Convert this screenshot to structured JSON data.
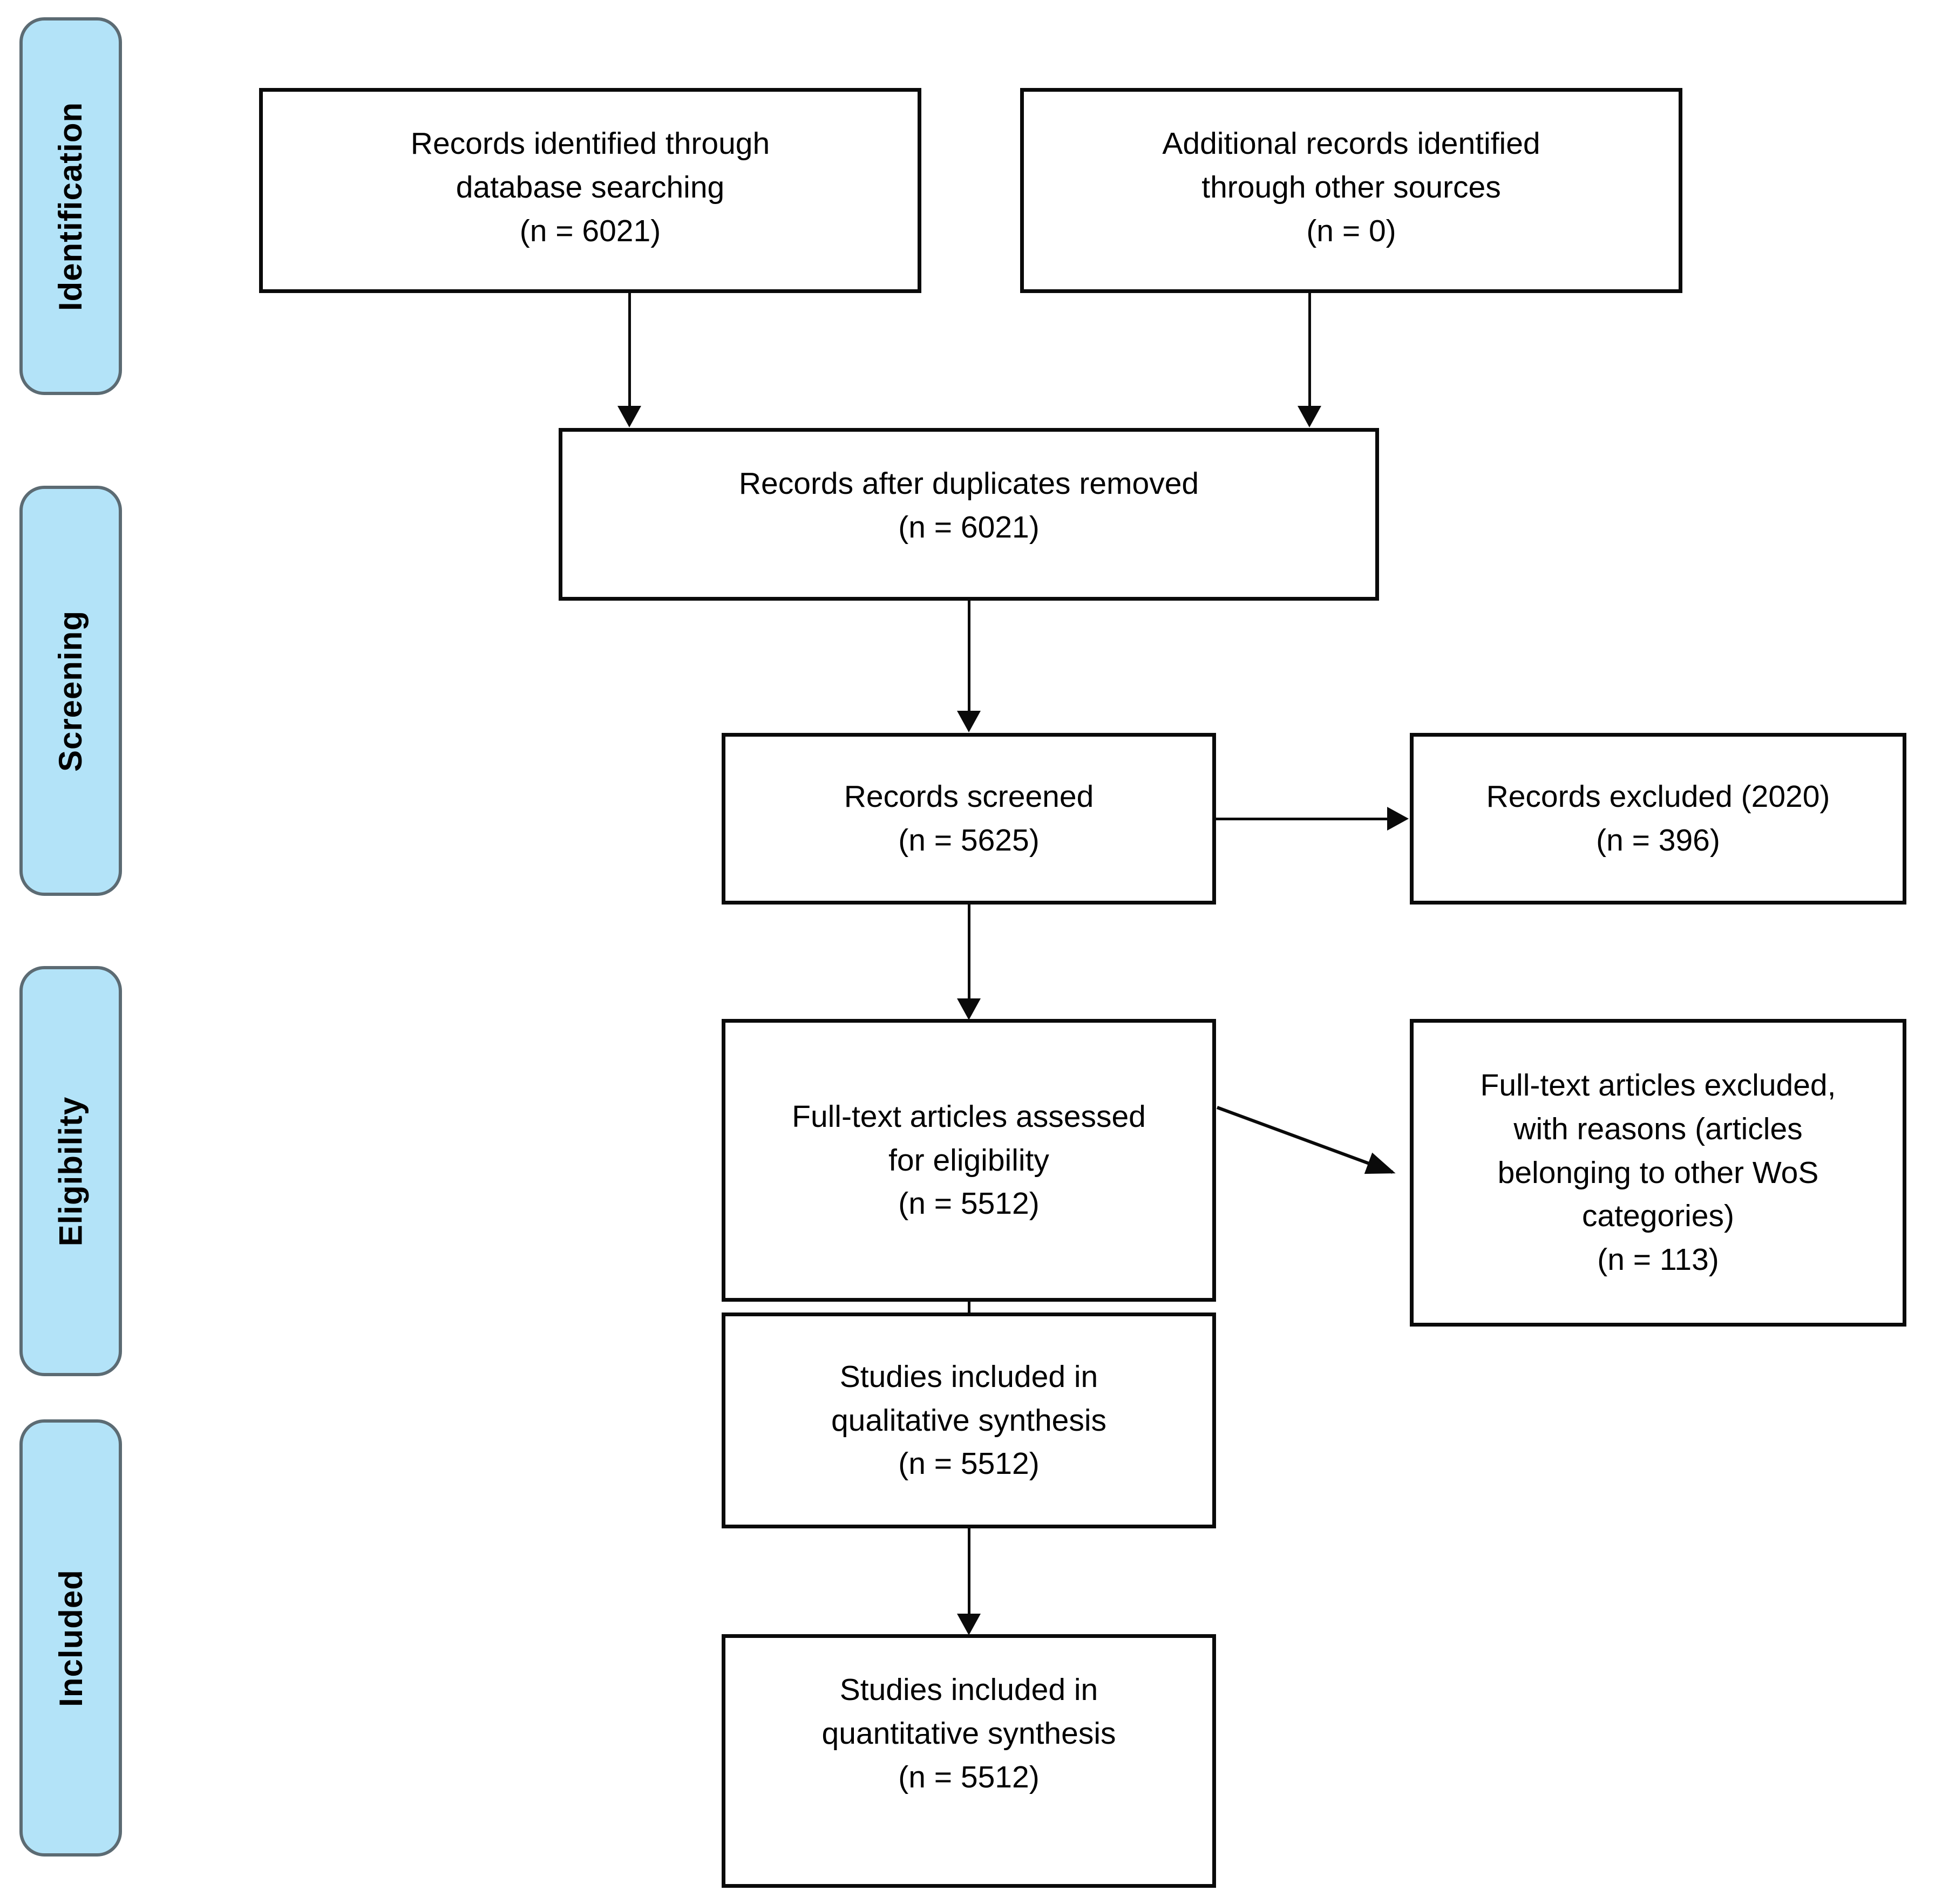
{
  "diagram": {
    "title": "PRISMA flow diagram",
    "type": "prisma-flowchart",
    "colors": {
      "stage_fill": "#b3e3f8",
      "stage_border": "#5c6b73",
      "box_border": "#0a0a0a",
      "box_fill": "#ffffff",
      "text": "#000000"
    }
  },
  "stages": [
    {
      "id": "identification",
      "label": "Identification"
    },
    {
      "id": "screening",
      "label": "Screening"
    },
    {
      "id": "eligibility",
      "label": "Eligibility"
    },
    {
      "id": "included",
      "label": "Included"
    }
  ],
  "boxes": {
    "records_database": {
      "line1": "Records identified through",
      "line2": "database searching",
      "count": "(n = 6021)",
      "text": "Records identified through\ndatabase searching\n(n = 6021)"
    },
    "records_other": {
      "line1": "Additional records identified",
      "line2": "through other sources",
      "count": "(n = 0)",
      "text": "Additional records identified\nthrough other sources\n(n = 0)"
    },
    "duplicates_removed": {
      "line1": "Records after duplicates removed",
      "count": "(n = 6021)",
      "text": "Records after duplicates removed\n(n = 6021)"
    },
    "records_screened": {
      "line1": "Records screened",
      "count": "(n = 5625)",
      "text": "Records screened\n(n = 5625)"
    },
    "records_excluded": {
      "line1": "Records excluded (2020)",
      "count": "(n = 396)",
      "text": "Records excluded (2020)\n(n = 396)"
    },
    "fulltext_assessed": {
      "line1": "Full-text articles assessed",
      "line2": "for eligibility",
      "count": "(n = 5512)",
      "text": "Full-text articles assessed\nfor eligibility\n(n = 5512)"
    },
    "fulltext_excluded": {
      "line1": "Full-text articles excluded,",
      "line2": "with reasons (articles",
      "line3": "belonging to other WoS",
      "line4": "categories)",
      "count": "(n = 113)",
      "text": "Full-text articles excluded,\nwith reasons (articles\nbelonging to other WoS\ncategories)\n(n = 113)"
    },
    "qualitative": {
      "line1": "Studies included in",
      "line2": "qualitative synthesis",
      "count": "(n = 5512)",
      "text": "Studies included in\nqualitative synthesis\n(n = 5512)"
    },
    "quantitative": {
      "line1": "Studies included in",
      "line2": "quantitative synthesis",
      "count": "(n = 5512)",
      "text": "Studies included in\nquantitative synthesis\n(n = 5512)"
    }
  },
  "connectors": [
    {
      "id": "db-to-dedup",
      "from": "records_database",
      "to": "duplicates_removed",
      "kind": "arrow-down"
    },
    {
      "id": "other-to-dedup",
      "from": "records_other",
      "to": "duplicates_removed",
      "kind": "arrow-down"
    },
    {
      "id": "dedup-to-screened",
      "from": "duplicates_removed",
      "to": "records_screened",
      "kind": "arrow-down"
    },
    {
      "id": "screened-to-excluded",
      "from": "records_screened",
      "to": "records_excluded",
      "kind": "arrow-right"
    },
    {
      "id": "screened-to-fulltext",
      "from": "records_screened",
      "to": "fulltext_assessed",
      "kind": "arrow-down"
    },
    {
      "id": "fulltext-to-excluded",
      "from": "fulltext_assessed",
      "to": "fulltext_excluded",
      "kind": "arrow-diagonal"
    },
    {
      "id": "fulltext-to-qualitative",
      "from": "fulltext_assessed",
      "to": "qualitative",
      "kind": "arrow-down"
    },
    {
      "id": "qualitative-to-quantitative",
      "from": "qualitative",
      "to": "quantitative",
      "kind": "arrow-down"
    }
  ]
}
